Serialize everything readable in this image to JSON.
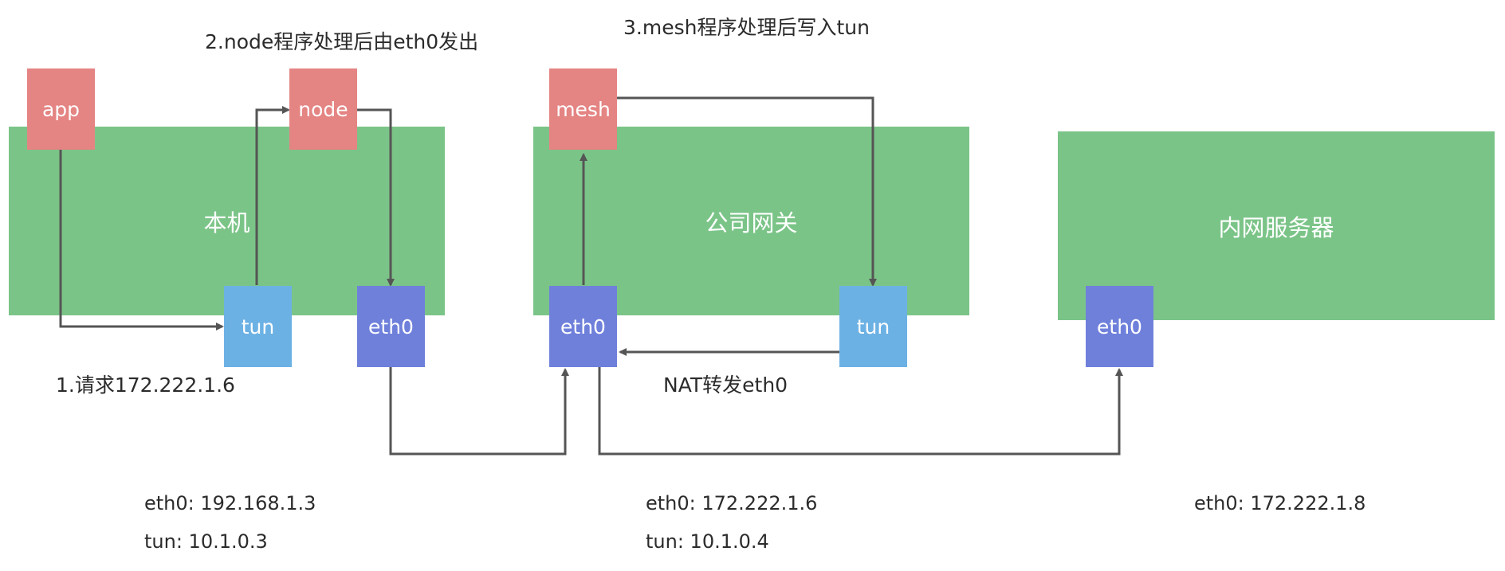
{
  "regions": {
    "local": {
      "label": "本机"
    },
    "gateway": {
      "label": "公司网关"
    },
    "server": {
      "label": "内网服务器"
    }
  },
  "nodes": {
    "app": "app",
    "node": "node",
    "local_tun": "tun",
    "local_eth0": "eth0",
    "mesh": "mesh",
    "gw_eth0": "eth0",
    "gw_tun": "tun",
    "server_eth0": "eth0"
  },
  "steps": {
    "step1": "1.请求172.222.1.6",
    "step2": "2.node程序处理后由eth0发出",
    "step3": "3.mesh程序处理后写入tun",
    "nat": "NAT转发eth0"
  },
  "addresses": {
    "local": {
      "eth0": "eth0: 192.168.1.3",
      "tun": "tun: 10.1.0.3"
    },
    "gateway": {
      "eth0": "eth0: 172.222.1.6",
      "tun": "tun: 10.1.0.4"
    },
    "server": {
      "eth0": "eth0: 172.222.1.8"
    }
  },
  "colors": {
    "region": "#7bc488",
    "process": "#e48483",
    "tun": "#6cb1e4",
    "eth": "#6f80db",
    "arrow": "#555555"
  }
}
